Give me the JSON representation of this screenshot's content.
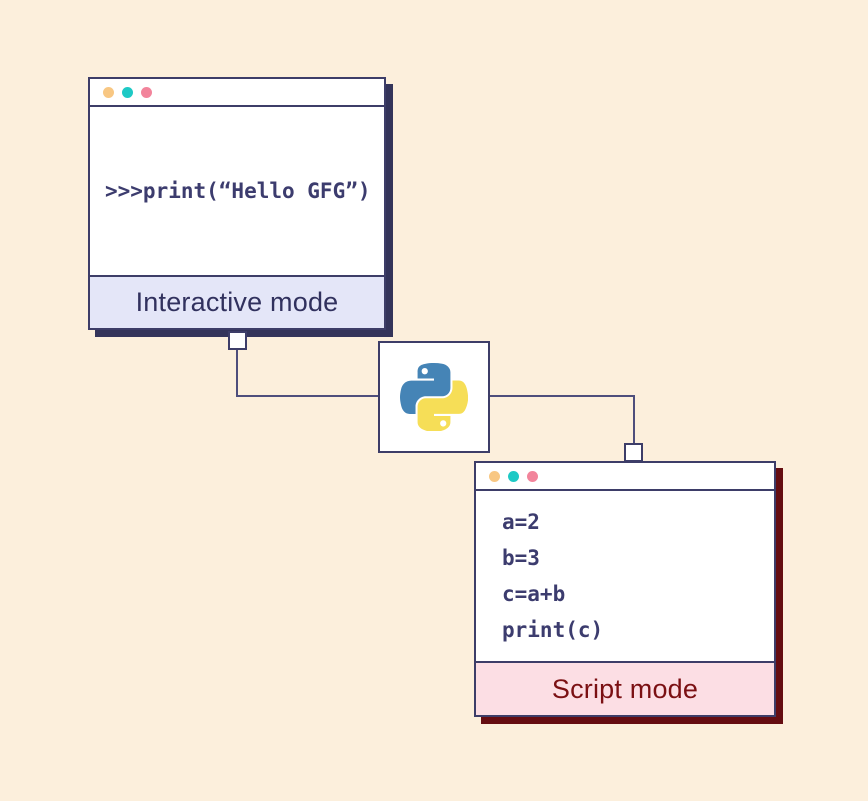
{
  "background_color": "#FCEFDC",
  "window_chrome": {
    "border_color": "#3D3D68",
    "dot_colors": [
      "#F8C783",
      "#1EC9C5",
      "#F2849B"
    ]
  },
  "interactive_window": {
    "code": ">>>print(“Hello GFG”)",
    "label": "Interactive mode",
    "label_color": "#31315E",
    "footer_color": "#E4E6F8",
    "shadow_color": "#34345A"
  },
  "python_logo": {
    "name": "python-logo",
    "blue": "#4584B6",
    "yellow": "#F6DE57"
  },
  "script_window": {
    "code_lines": [
      "a=2",
      "b=3",
      "c=a+b",
      "print(c)"
    ],
    "label": "Script mode",
    "label_color": "#7B1013",
    "footer_color": "#FCDEE4",
    "shadow_color": "#650D11"
  },
  "connector_color": "#4E4E7C"
}
